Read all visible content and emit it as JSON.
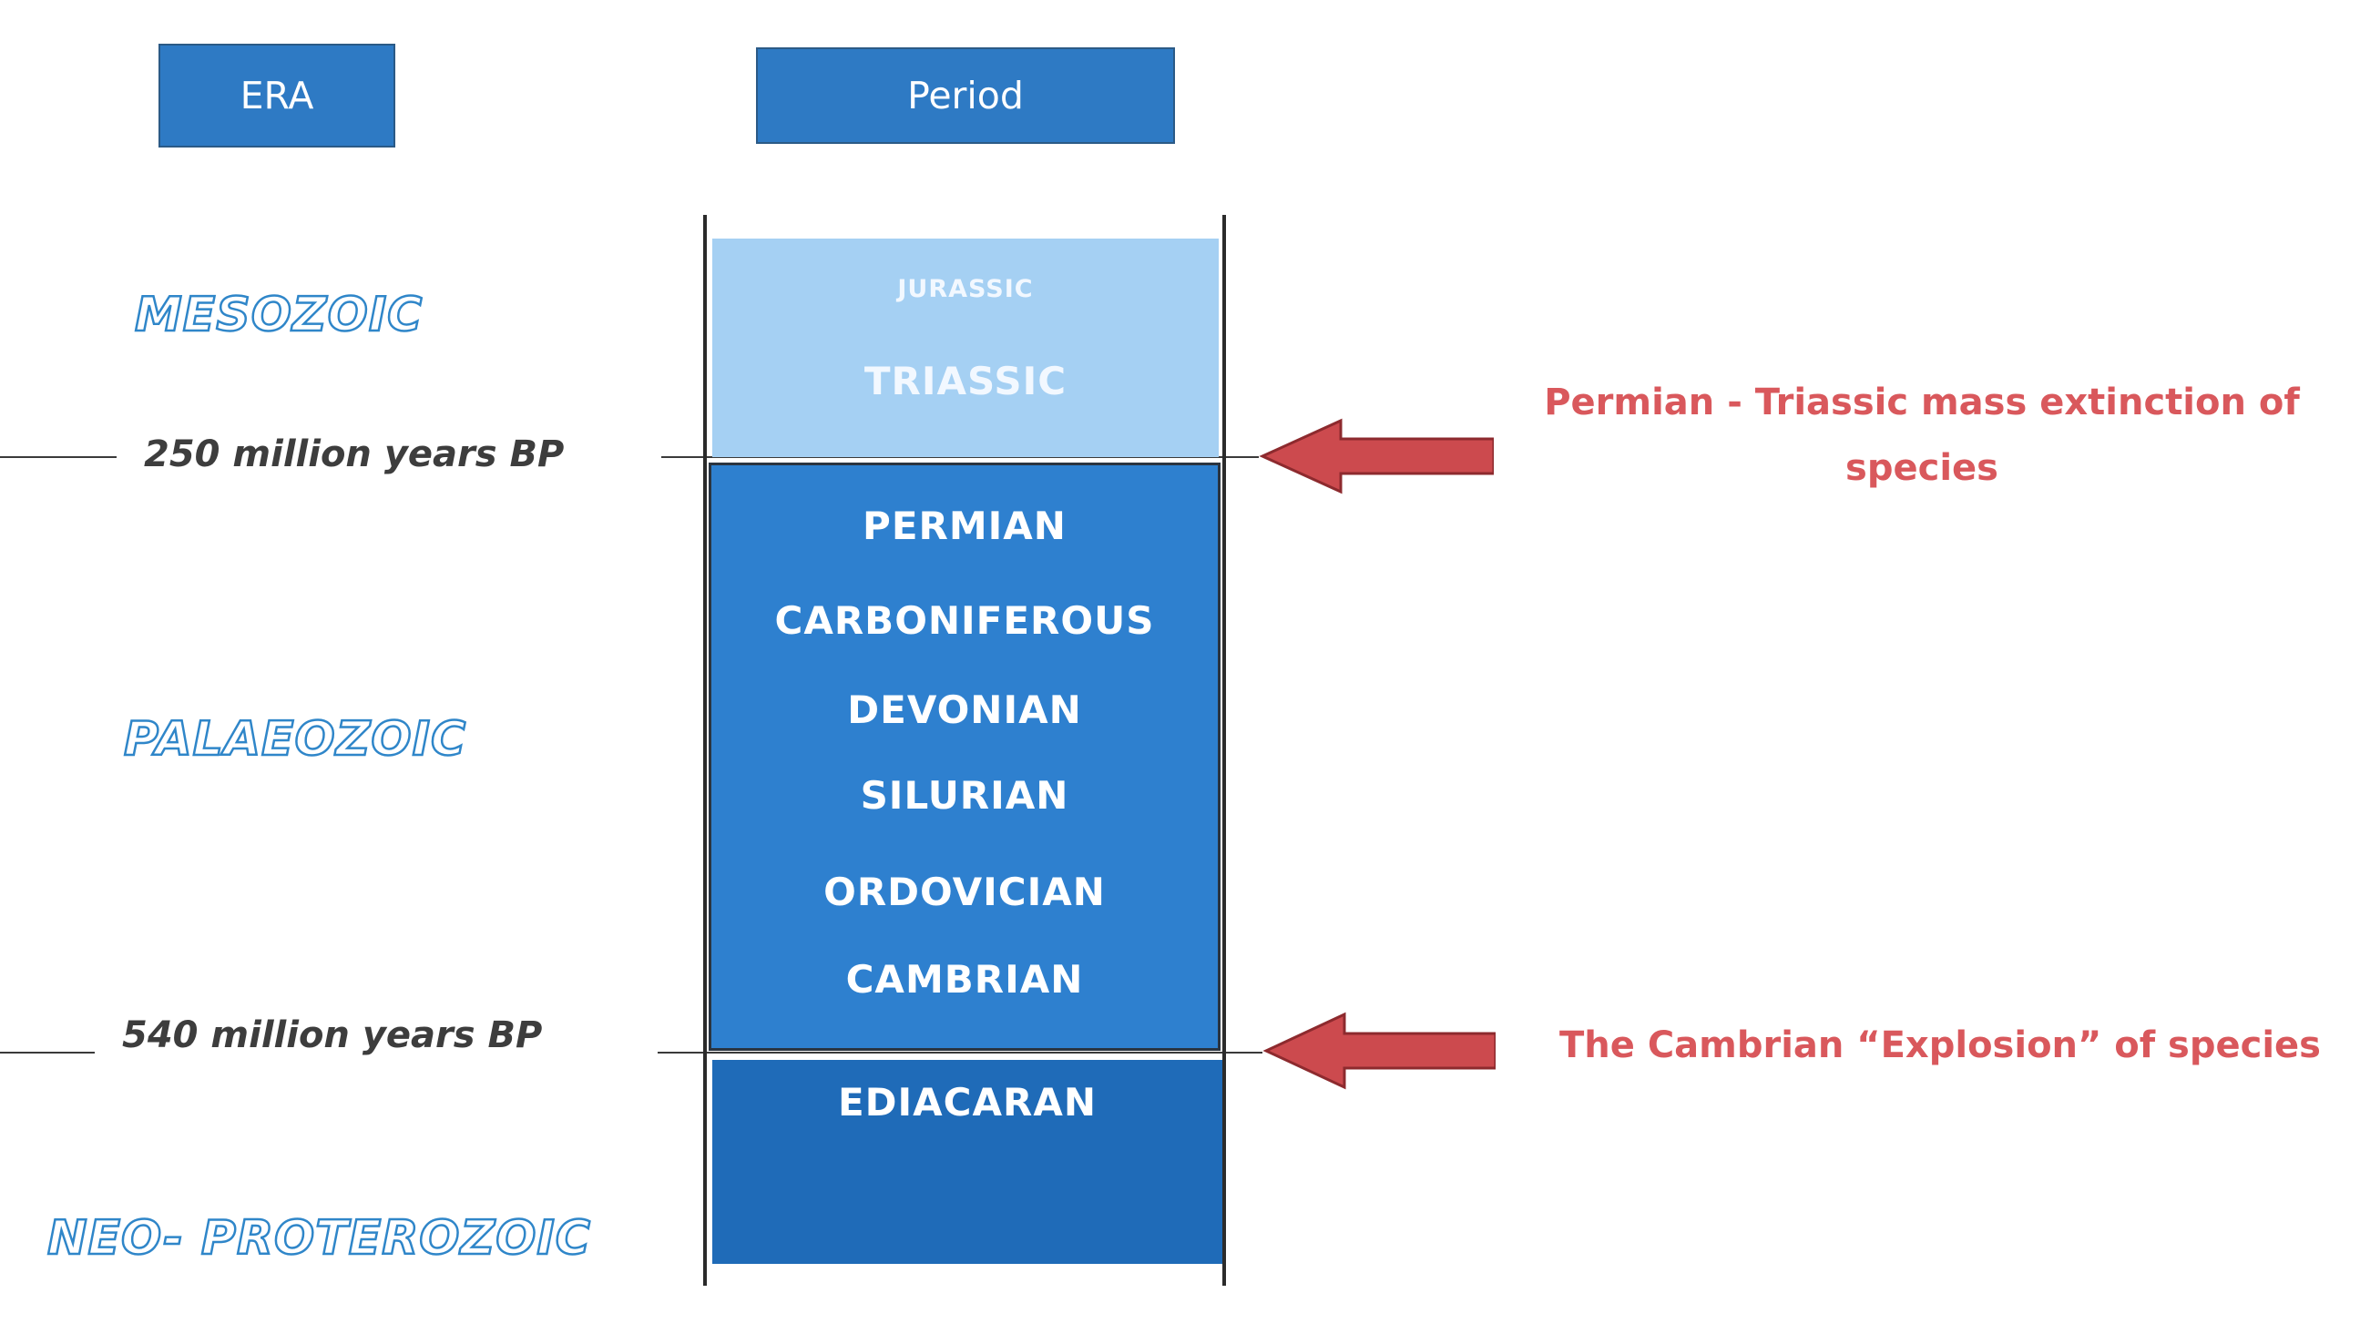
{
  "headers": {
    "era": "ERA",
    "period": "Period"
  },
  "eras": {
    "mesozoic": "MESOZOIC",
    "palaeozoic": "PALAEOZOIC",
    "neoproterozoic": "NEO- PROTEROZOIC"
  },
  "boundaries": {
    "upper": "250 million years BP",
    "lower": "540 million years BP"
  },
  "periods": {
    "jurassic": "JURASSIC",
    "triassic": "TRIASSIC",
    "permian": "PERMIAN",
    "carboniferous": "CARBONIFEROUS",
    "devonian": "DEVONIAN",
    "silurian": "SILURIAN",
    "ordovician": "ORDOVICIAN",
    "cambrian": "CAMBRIAN",
    "ediacaran": "EDIACARAN"
  },
  "events": {
    "permian_triassic": "Permian - Triassic mass extinction of species",
    "cambrian_explosion": "The Cambrian “Explosion” of species"
  },
  "colors": {
    "mesozoic_block": "#a5d0f3",
    "palaeozoic_block": "#2e80cf",
    "proterozoic_block": "#1f6bb8",
    "header_fill": "#2e7ac4",
    "arrow": "#cc4a4e",
    "event_text": "#d9585c",
    "era_outline": "#2f86c9"
  },
  "icons": {
    "arrows": [
      "left-arrow-icon",
      "left-arrow-icon"
    ]
  }
}
